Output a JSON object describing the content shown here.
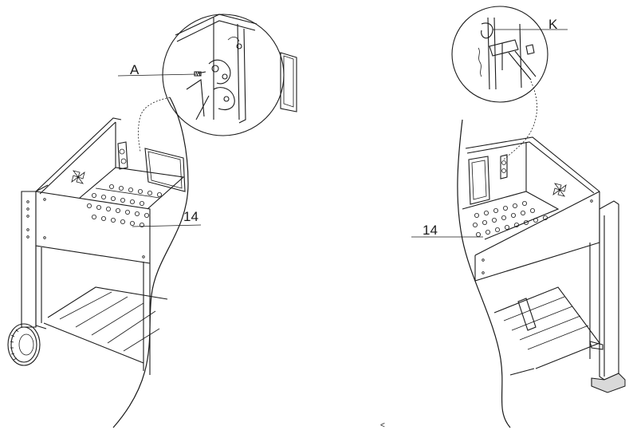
{
  "figure": {
    "left_view": {
      "callout_letter": "A",
      "part_number": "14"
    },
    "right_view": {
      "callout_letter": "K",
      "part_number": "14"
    },
    "stray_mark": "<"
  }
}
